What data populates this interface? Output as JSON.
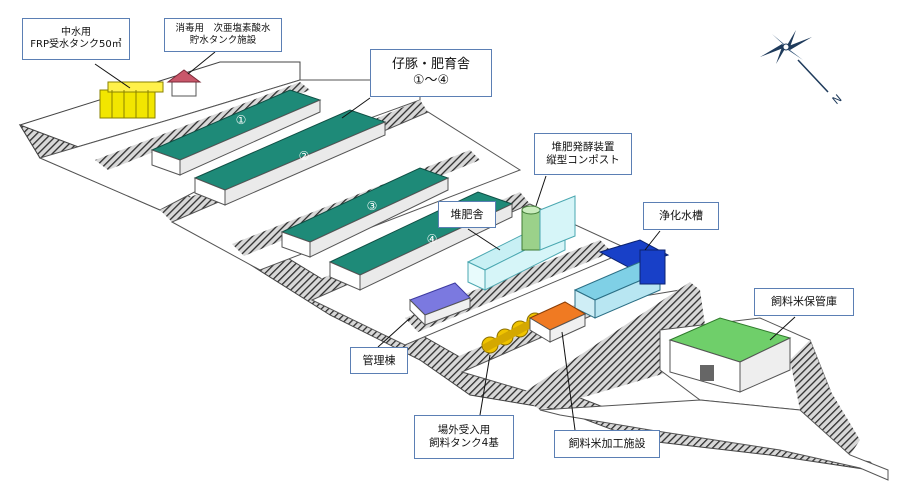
{
  "labels": {
    "greywater_tank": [
      "中水用",
      "FRP受水タンク50㎥"
    ],
    "disinfection": [
      "消毒用　次亜塩素酸水",
      "貯水タンク施設"
    ],
    "piglet_barns": [
      "仔豚・肥育舎",
      "①～④"
    ],
    "compost_device": [
      "堆肥発酵装置",
      "縦型コンポスト"
    ],
    "compost_shed": "堆肥舎",
    "purification_tank": "浄化水槽",
    "feed_rice_storage": "飼料米保管庫",
    "admin_building": "管理棟",
    "feed_tanks": [
      "場外受入用",
      "飼料タンク4基"
    ],
    "feed_rice_processing": "飼料米加工施設"
  },
  "barn_numbers": [
    "①",
    "②",
    "③",
    "④"
  ],
  "compass": {
    "north_label": "N"
  },
  "colors": {
    "roof_green": "#1e8a78",
    "terrain_hatch": "#3a3a3a",
    "callout_border": "#5b7fb4",
    "tank_yellow": "#f2e600",
    "purification_blue": "#1840c8",
    "admin_roof": "#7b79e0",
    "processing_roof": "#f07a22",
    "storage_roof": "#6fcf6a"
  }
}
